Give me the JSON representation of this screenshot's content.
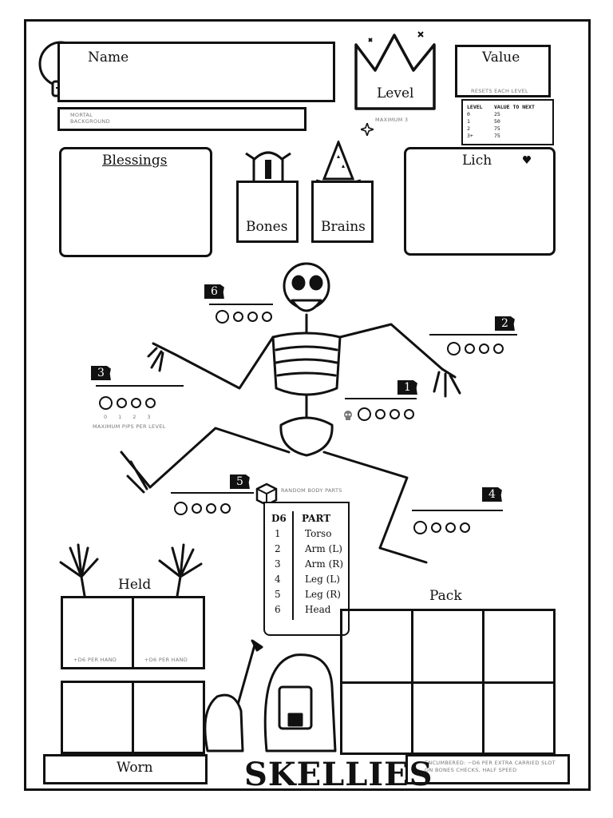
{
  "header": {
    "name_label": "Name",
    "mortal_background_label": "MORTAL BACKGROUND",
    "level_label": "Level",
    "level_note": "MAXIMUM 3",
    "value_label": "Value",
    "value_note": "RESETS EACH LEVEL",
    "level_table": {
      "headers": [
        "LEVEL",
        "VALUE TO NEXT"
      ],
      "rows": [
        [
          "0",
          "25"
        ],
        [
          "1",
          "50"
        ],
        [
          "2",
          "75"
        ],
        [
          "3+",
          "75"
        ]
      ]
    }
  },
  "sections": {
    "blessings_label": "Blessings",
    "bones_label": "Bones",
    "brains_label": "Brains",
    "lich_label": "Lich"
  },
  "body_slots": [
    {
      "number": "6"
    },
    {
      "number": "2"
    },
    {
      "number": "3"
    },
    {
      "number": "1"
    },
    {
      "number": "5"
    },
    {
      "number": "4"
    }
  ],
  "pip_scale": [
    "0",
    "1",
    "2",
    "3"
  ],
  "pip_scale_note": "MAXIMUM PIPS PER LEVEL",
  "random_parts": {
    "caption": "RANDOM BODY PARTS",
    "header": [
      "D6",
      "PART"
    ],
    "rows": [
      [
        "1",
        "Torso"
      ],
      [
        "2",
        "Arm (L)"
      ],
      [
        "3",
        "Arm (R)"
      ],
      [
        "4",
        "Leg (L)"
      ],
      [
        "5",
        "Leg (R)"
      ],
      [
        "6",
        "Head"
      ]
    ]
  },
  "inventory": {
    "held_label": "Held",
    "held_note": "+D6 PER HAND",
    "worn_label": "Worn",
    "pack_label": "Pack",
    "encumbered_note": "ENCUMBERED: −D6 PER EXTRA CARRIED SLOT ON BONES CHECKS, HALF SPEED"
  },
  "logo_text": "SKELLIES"
}
